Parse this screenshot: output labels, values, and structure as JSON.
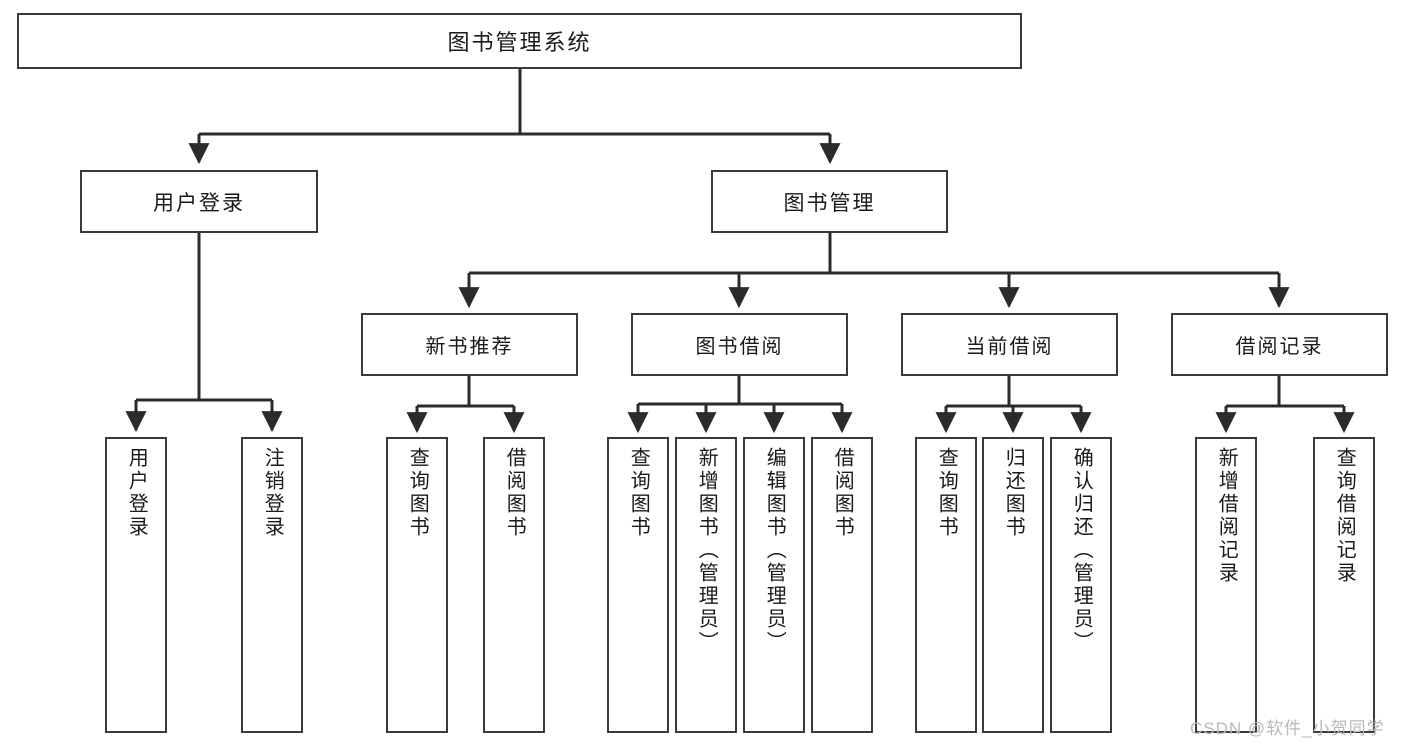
{
  "diagram": {
    "title": "图书管理系统",
    "type": "tree",
    "colors": {
      "box_border": "#3a3a3a",
      "box_fill": "#ffffff",
      "line": "#2b2b2b",
      "text": "#1a1a1a",
      "watermark": "#b9b9b9"
    },
    "root": {
      "label": "图书管理系统"
    },
    "level1": [
      {
        "label": "用户登录"
      },
      {
        "label": "图书管理"
      }
    ],
    "level2": [
      {
        "label": "新书推荐"
      },
      {
        "label": "图书借阅"
      },
      {
        "label": "当前借阅"
      },
      {
        "label": "借阅记录"
      }
    ],
    "leaves": {
      "user_login": [
        {
          "label": "用户登录"
        },
        {
          "label": "注销登录"
        }
      ],
      "new_book_recommend": [
        {
          "label": "查询图书"
        },
        {
          "label": "借阅图书"
        }
      ],
      "book_borrow": [
        {
          "label": "查询图书"
        },
        {
          "label": "新增图书（管理员）"
        },
        {
          "label": "编辑图书（管理员）"
        },
        {
          "label": "借阅图书"
        }
      ],
      "current_borrow": [
        {
          "label": "查询图书"
        },
        {
          "label": "归还图书"
        },
        {
          "label": "确认归还（管理员）"
        }
      ],
      "borrow_record": [
        {
          "label": "新增借阅记录"
        },
        {
          "label": "查询借阅记录"
        }
      ]
    }
  },
  "watermark": {
    "text": "CSDN @软件_小贺同学"
  }
}
